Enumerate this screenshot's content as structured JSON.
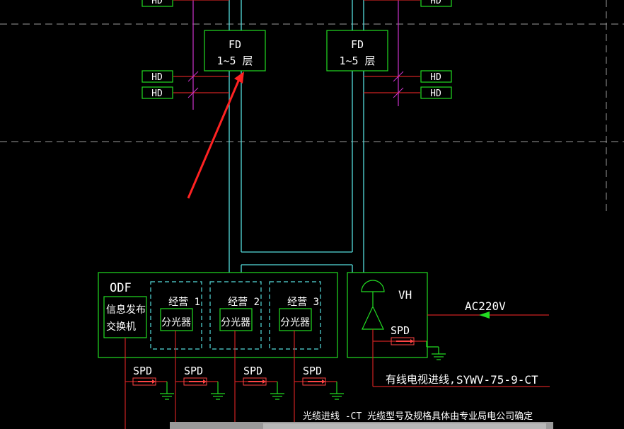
{
  "colors": {
    "background": "#000000",
    "equipment": "#22dd22",
    "cable_tray": "#55dddd",
    "feeder": "#cc2222",
    "vertical_riser": "#cc33cc",
    "spd_element": "#ff4444",
    "annotation_arrow": "#ff2222",
    "text": "#ffffff"
  },
  "floor_distributors": [
    {
      "code": "FD",
      "floors": "1~5 层"
    },
    {
      "code": "FD",
      "floors": "1~5 层"
    }
  ],
  "hd_labels": [
    "HD",
    "HD",
    "HD",
    "HD",
    "HD",
    "HD"
  ],
  "odf": {
    "label": "ODF",
    "switch_line1": "信息发布",
    "switch_line2": "交换机",
    "operators": [
      {
        "name": "经营 1",
        "splitter": "分光器"
      },
      {
        "name": "经营 2",
        "splitter": "分光器"
      },
      {
        "name": "经营 3",
        "splitter": "分光器"
      }
    ]
  },
  "vh": {
    "label": "VH",
    "spd": "SPD"
  },
  "power_feed": "AC220V",
  "spd_labels": [
    "SPD",
    "SPD",
    "SPD",
    "SPD"
  ],
  "cable_tv_note_left": "有线电视进线,",
  "cable_tv_note_right": "SYWV-75-9-CT",
  "fiber_note": "光缆进线    -CT  光缆型号及规格具体由专业局电公司确定"
}
